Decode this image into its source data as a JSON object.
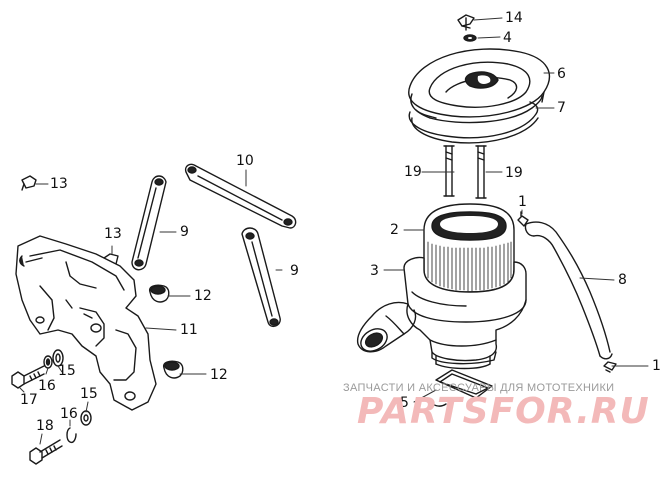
{
  "callouts": {
    "c14": "14",
    "c4": "4",
    "c6": "6",
    "c7": "7",
    "c10": "10",
    "c19a": "19",
    "c19b": "19",
    "c1a": "1",
    "c2": "2",
    "c13a": "13",
    "c13b": "13",
    "c9a": "9",
    "c9b": "9",
    "c3": "3",
    "c8": "8",
    "c12a": "12",
    "c12b": "12",
    "c11": "11",
    "c16a": "16",
    "c15a": "15",
    "c17": "17",
    "c1b": "1",
    "c15b": "15",
    "c16b": "16",
    "c18": "18",
    "c5": "5"
  },
  "watermark": {
    "top_text": "ЗАПЧАСТИ И АКСЕССУАРЫ ДЛЯ МОТОТЕХНИКИ",
    "logo_text": "PARTSFOR.RU",
    "logo_color": "#f3b9b9"
  }
}
